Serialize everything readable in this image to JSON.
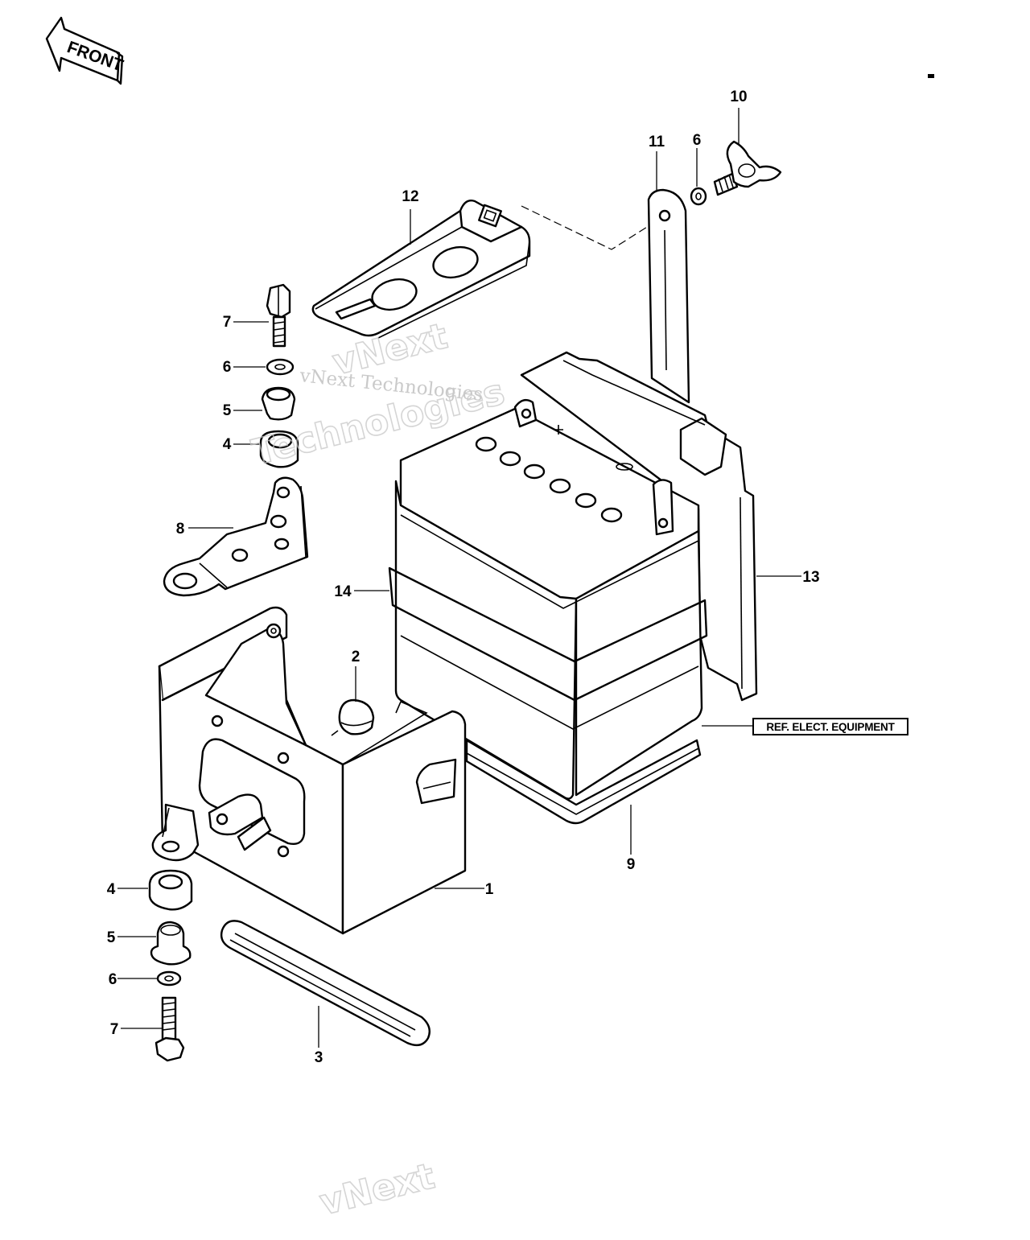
{
  "front_arrow": {
    "label": "FRONT"
  },
  "reference_box": {
    "label": "REF. ELECT. EQUIPMENT"
  },
  "watermarks": {
    "line1": "vNext",
    "line2": "vNext Technologies",
    "line3": "Technologies",
    "line4": "vNext"
  },
  "callouts": {
    "c1": "1",
    "c2": "2",
    "c3": "3",
    "c4a": "4",
    "c4b": "4",
    "c5a": "5",
    "c5b": "5",
    "c6a": "6",
    "c6b": "6",
    "c6c": "6",
    "c7a": "7",
    "c7b": "7",
    "c8": "8",
    "c9": "9",
    "c10": "10",
    "c11": "11",
    "c12": "12",
    "c13": "13",
    "c14": "14"
  },
  "colors": {
    "ink": "#000000",
    "paper": "#ffffff",
    "watermark": "#bdbdbd"
  }
}
